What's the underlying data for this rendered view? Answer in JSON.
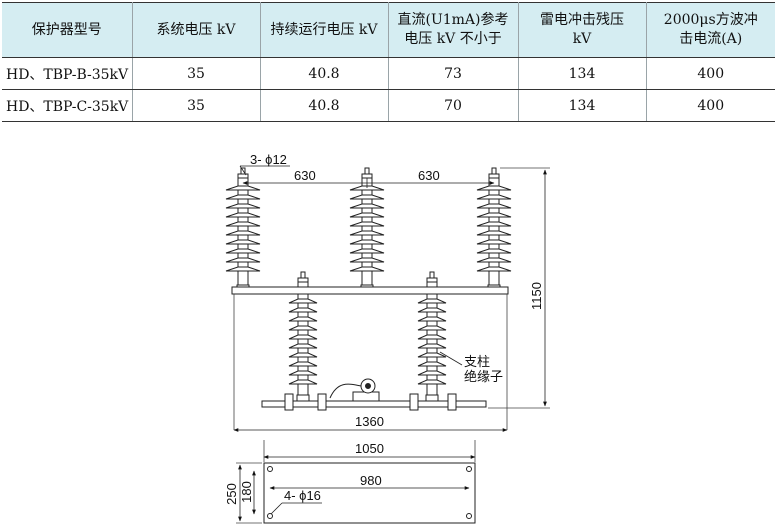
{
  "table": {
    "headers": [
      [
        "保护器型号"
      ],
      [
        "系统电压 kV"
      ],
      [
        "持续运行电压 kV"
      ],
      [
        "直流(U1mA)参考",
        "电压 kV 不小于"
      ],
      [
        "雷电冲击残压",
        "kV"
      ],
      [
        "2000μs方波冲",
        "击电流(A)"
      ]
    ],
    "rows": [
      [
        "HD、TBP-B-35kV",
        "35",
        "40.8",
        "73",
        "134",
        "400"
      ],
      [
        "HD、TBP-C-35kV",
        "35",
        "40.8",
        "70",
        "134",
        "400"
      ]
    ]
  },
  "drawing": {
    "dims": {
      "holes_top": "3- ϕ12",
      "spacing_left": "630",
      "spacing_right": "630",
      "height": "1150",
      "width": "1360",
      "base_length": "1050",
      "base_hole_spacing": "980",
      "base_width": "250",
      "base_hole_width": "180",
      "holes_base": "4- ϕ16"
    },
    "labels": {
      "support_line1": "支柱",
      "support_line2": "绝缘子"
    }
  }
}
